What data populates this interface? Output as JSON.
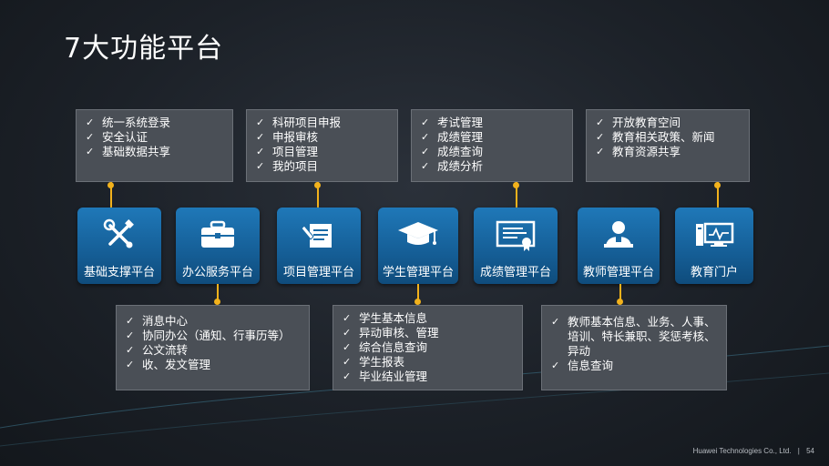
{
  "slide": {
    "title": "7大功能平台",
    "footer_company": "Huawei Technologies Co., Ltd.",
    "footer_separator": "|",
    "page_number": "54"
  },
  "platforms": [
    {
      "label": "基础支撑平台",
      "icon": "tools-icon"
    },
    {
      "label": "办公服务平台",
      "icon": "briefcase-icon"
    },
    {
      "label": "项目管理平台",
      "icon": "document-pen-icon"
    },
    {
      "label": "学生管理平台",
      "icon": "graduation-cap-icon"
    },
    {
      "label": "成绩管理平台",
      "icon": "certificate-icon"
    },
    {
      "label": "教师管理平台",
      "icon": "teacher-icon"
    },
    {
      "label": "教育门户",
      "icon": "monitor-icon"
    }
  ],
  "top_boxes": [
    {
      "items": [
        "统一系统登录",
        "安全认证",
        "基础数据共享"
      ]
    },
    {
      "items": [
        "科研项目申报",
        "申报审核",
        "项目管理",
        "我的项目"
      ]
    },
    {
      "items": [
        "考试管理",
        "成绩管理",
        "成绩查询",
        "成绩分析"
      ]
    },
    {
      "items": [
        "开放教育空间",
        "教育相关政策、新闻",
        "教育资源共享"
      ]
    }
  ],
  "bottom_boxes": [
    {
      "items": [
        "消息中心",
        "协同办公（通知、行事历等）",
        "公文流转",
        "收、发文管理"
      ]
    },
    {
      "items": [
        "学生基本信息",
        "异动审核、管理",
        "综合信息查询",
        "学生报表",
        "毕业结业管理"
      ]
    },
    {
      "items": [
        "教师基本信息、业务、人事、培训、特长兼职、奖惩考核、异动",
        "信息查询"
      ]
    }
  ],
  "colors": {
    "accent": "#f2b21c",
    "tile_blue": "#1f78b8",
    "box_gray": "#4a4f56"
  }
}
